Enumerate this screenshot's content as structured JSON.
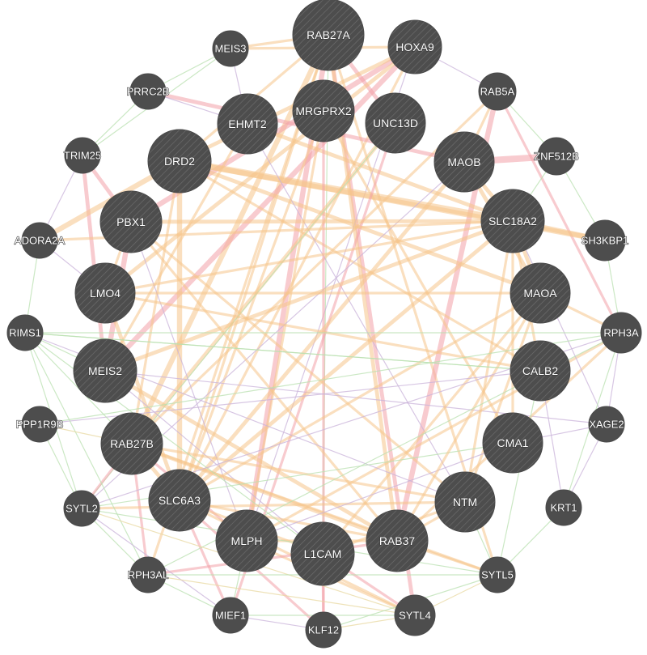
{
  "style": {
    "node_fill": "#4d4d4d",
    "background": "#ffffff",
    "edge_colors": {
      "physical_interactions": "#f2a0a8",
      "co_expression": "#c9b3d9",
      "predicted": "#f5c58a",
      "pathway": "#b9e0b0",
      "shared_domains": "#e8d8a0"
    }
  },
  "nodes": [
    {
      "id": "RAB27A",
      "label": "RAB27A",
      "type": "query"
    },
    {
      "id": "HOXA9",
      "label": "HOXA9",
      "type": "query"
    },
    {
      "id": "MEIS3",
      "label": "MEIS3",
      "type": "related"
    },
    {
      "id": "PRRC2B",
      "label": "PRRC2B",
      "type": "related"
    },
    {
      "id": "EHMT2",
      "label": "EHMT2",
      "type": "query"
    },
    {
      "id": "MRGPRX2",
      "label": "MRGPRX2",
      "type": "query"
    },
    {
      "id": "UNC13D",
      "label": "UNC13D",
      "type": "query"
    },
    {
      "id": "RAB5A",
      "label": "RAB5A",
      "type": "related"
    },
    {
      "id": "TRIM25",
      "label": "TRIM25",
      "type": "related"
    },
    {
      "id": "DRD2",
      "label": "DRD2",
      "type": "query"
    },
    {
      "id": "MAOB",
      "label": "MAOB",
      "type": "query"
    },
    {
      "id": "ZNF512B",
      "label": "ZNF512B",
      "type": "related"
    },
    {
      "id": "PBX1",
      "label": "PBX1",
      "type": "query"
    },
    {
      "id": "SLC18A2",
      "label": "SLC18A2",
      "type": "query"
    },
    {
      "id": "ADORA2A",
      "label": "ADORA2A",
      "type": "related"
    },
    {
      "id": "SH3KBP1",
      "label": "SH3KBP1",
      "type": "related"
    },
    {
      "id": "LMO4",
      "label": "LMO4",
      "type": "query"
    },
    {
      "id": "MAOA",
      "label": "MAOA",
      "type": "query"
    },
    {
      "id": "RIMS1",
      "label": "RIMS1",
      "type": "related"
    },
    {
      "id": "RPH3A",
      "label": "RPH3A",
      "type": "related"
    },
    {
      "id": "MEIS2",
      "label": "MEIS2",
      "type": "query"
    },
    {
      "id": "CALB2",
      "label": "CALB2",
      "type": "query"
    },
    {
      "id": "PPP1R9B",
      "label": "PPP1R9B",
      "type": "related"
    },
    {
      "id": "XAGE2",
      "label": "XAGE2",
      "type": "related"
    },
    {
      "id": "RAB27B",
      "label": "RAB27B",
      "type": "query"
    },
    {
      "id": "CMA1",
      "label": "CMA1",
      "type": "query"
    },
    {
      "id": "SYTL2",
      "label": "SYTL2",
      "type": "related"
    },
    {
      "id": "SLC6A3",
      "label": "SLC6A3",
      "type": "query"
    },
    {
      "id": "NTM",
      "label": "NTM",
      "type": "query"
    },
    {
      "id": "KRT1",
      "label": "KRT1",
      "type": "related"
    },
    {
      "id": "MLPH",
      "label": "MLPH",
      "type": "query"
    },
    {
      "id": "RAB37",
      "label": "RAB37",
      "type": "query"
    },
    {
      "id": "L1CAM",
      "label": "L1CAM",
      "type": "query"
    },
    {
      "id": "RPH3AL",
      "label": "RPH3AL",
      "type": "related"
    },
    {
      "id": "SYTL5",
      "label": "SYTL5",
      "type": "related"
    },
    {
      "id": "MIEF1",
      "label": "MIEF1",
      "type": "related"
    },
    {
      "id": "SYTL4",
      "label": "SYTL4",
      "type": "related"
    },
    {
      "id": "KLF12",
      "label": "KLF12",
      "type": "related"
    }
  ],
  "edges": [
    {
      "source": "MAOB",
      "target": "ZNF512B",
      "kind": "physical_interactions",
      "weight": 5
    },
    {
      "source": "RAB27A",
      "target": "MLPH",
      "kind": "physical_interactions",
      "weight": 4
    },
    {
      "source": "RAB27A",
      "target": "SYTL4",
      "kind": "physical_interactions",
      "weight": 3
    },
    {
      "source": "RAB27A",
      "target": "RAB27B",
      "kind": "predicted",
      "weight": 4
    },
    {
      "source": "RAB27A",
      "target": "UNC13D",
      "kind": "physical_interactions",
      "weight": 3
    },
    {
      "source": "RAB27A",
      "target": "SYTL5",
      "kind": "predicted",
      "weight": 2
    },
    {
      "source": "RAB27A",
      "target": "RPH3AL",
      "kind": "predicted",
      "weight": 2
    },
    {
      "source": "RAB27A",
      "target": "RAB37",
      "kind": "predicted",
      "weight": 3
    },
    {
      "source": "RAB27A",
      "target": "MEIS3",
      "kind": "predicted",
      "weight": 2
    },
    {
      "source": "RAB27A",
      "target": "L1CAM",
      "kind": "pathway",
      "weight": 1
    },
    {
      "source": "RAB27A",
      "target": "SLC6A3",
      "kind": "predicted",
      "weight": 2
    },
    {
      "source": "RAB27A",
      "target": "DRD2",
      "kind": "predicted",
      "weight": 2
    },
    {
      "source": "HOXA9",
      "target": "PBX1",
      "kind": "physical_interactions",
      "weight": 4
    },
    {
      "source": "HOXA9",
      "target": "MEIS2",
      "kind": "physical_interactions",
      "weight": 4
    },
    {
      "source": "HOXA9",
      "target": "LMO4",
      "kind": "predicted",
      "weight": 3
    },
    {
      "source": "HOXA9",
      "target": "DRD2",
      "kind": "predicted",
      "weight": 3
    },
    {
      "source": "HOXA9",
      "target": "MEIS3",
      "kind": "predicted",
      "weight": 2
    },
    {
      "source": "HOXA9",
      "target": "SLC6A3",
      "kind": "predicted",
      "weight": 2
    },
    {
      "source": "HOXA9",
      "target": "MLPH",
      "kind": "co_expression",
      "weight": 1
    },
    {
      "source": "RAB5A",
      "target": "RAB37",
      "kind": "physical_interactions",
      "weight": 4
    },
    {
      "source": "RAB5A",
      "target": "RAB27B",
      "kind": "predicted",
      "weight": 2
    },
    {
      "source": "RAB5A",
      "target": "RPH3A",
      "kind": "physical_interactions",
      "weight": 2
    },
    {
      "source": "RAB5A",
      "target": "MAOB",
      "kind": "predicted",
      "weight": 2
    },
    {
      "source": "PRRC2B",
      "target": "MAOB",
      "kind": "physical_interactions",
      "weight": 3
    },
    {
      "source": "PRRC2B",
      "target": "EHMT2",
      "kind": "co_expression",
      "weight": 1
    },
    {
      "source": "TRIM25",
      "target": "PBX1",
      "kind": "physical_interactions",
      "weight": 3
    },
    {
      "source": "TRIM25",
      "target": "MEIS2",
      "kind": "physical_interactions",
      "weight": 3
    },
    {
      "source": "DRD2",
      "target": "SLC18A2",
      "kind": "predicted",
      "weight": 5
    },
    {
      "source": "DRD2",
      "target": "SH3KBP1",
      "kind": "predicted",
      "weight": 4
    },
    {
      "source": "DRD2",
      "target": "SLC6A3",
      "kind": "predicted",
      "weight": 4
    },
    {
      "source": "DRD2",
      "target": "ADORA2A",
      "kind": "predicted",
      "weight": 4
    },
    {
      "source": "DRD2",
      "target": "MAOA",
      "kind": "predicted",
      "weight": 3
    },
    {
      "source": "DRD2",
      "target": "CALB2",
      "kind": "predicted",
      "weight": 2
    },
    {
      "source": "DRD2",
      "target": "RAB27B",
      "kind": "predicted",
      "weight": 2
    },
    {
      "source": "EHMT2",
      "target": "SLC18A2",
      "kind": "predicted",
      "weight": 3
    },
    {
      "source": "EHMT2",
      "target": "MEIS2",
      "kind": "predicted",
      "weight": 2
    },
    {
      "source": "EHMT2",
      "target": "NTM",
      "kind": "co_expression",
      "weight": 1
    },
    {
      "source": "MRGPRX2",
      "target": "MLPH",
      "kind": "predicted",
      "weight": 2
    },
    {
      "source": "MRGPRX2",
      "target": "CMA1",
      "kind": "predicted",
      "weight": 2
    },
    {
      "source": "MRGPRX2",
      "target": "SLC6A3",
      "kind": "predicted",
      "weight": 2
    },
    {
      "source": "MRGPRX2",
      "target": "KLF12",
      "kind": "physical_interactions",
      "weight": 2
    },
    {
      "source": "UNC13D",
      "target": "RAB27B",
      "kind": "predicted",
      "weight": 3
    },
    {
      "source": "UNC13D",
      "target": "MIEF1",
      "kind": "physical_interactions",
      "weight": 2
    },
    {
      "source": "UNC13D",
      "target": "SYTL2",
      "kind": "pathway",
      "weight": 1
    },
    {
      "source": "MAOB",
      "target": "MAOA",
      "kind": "predicted",
      "weight": 3
    },
    {
      "source": "MAOB",
      "target": "SLC6A3",
      "kind": "predicted",
      "weight": 3
    },
    {
      "source": "MAOB",
      "target": "SLC18A2",
      "kind": "predicted",
      "weight": 3
    },
    {
      "source": "MAOB",
      "target": "SYTL2",
      "kind": "co_expression",
      "weight": 1
    },
    {
      "source": "PBX1",
      "target": "MEIS2",
      "kind": "physical_interactions",
      "weight": 4
    },
    {
      "source": "PBX1",
      "target": "SLC18A2",
      "kind": "predicted",
      "weight": 3
    },
    {
      "source": "PBX1",
      "target": "NTM",
      "kind": "predicted",
      "weight": 2
    },
    {
      "source": "PBX1",
      "target": "LMO4",
      "kind": "predicted",
      "weight": 2
    },
    {
      "source": "PBX1",
      "target": "RAB37",
      "kind": "predicted",
      "weight": 2
    },
    {
      "source": "PBX1",
      "target": "MLPH",
      "kind": "co_expression",
      "weight": 1
    },
    {
      "source": "LMO4",
      "target": "SLC6A3",
      "kind": "predicted",
      "weight": 3
    },
    {
      "source": "LMO4",
      "target": "MAOA",
      "kind": "predicted",
      "weight": 2
    },
    {
      "source": "LMO4",
      "target": "CALB2",
      "kind": "predicted",
      "weight": 2
    },
    {
      "source": "LMO4",
      "target": "SLC18A2",
      "kind": "predicted",
      "weight": 2
    },
    {
      "source": "MEIS2",
      "target": "SLC18A2",
      "kind": "predicted",
      "weight": 3
    },
    {
      "source": "MEIS2",
      "target": "RAB37",
      "kind": "predicted",
      "weight": 3
    },
    {
      "source": "MEIS2",
      "target": "XAGE2",
      "kind": "co_expression",
      "weight": 1
    },
    {
      "source": "MEIS2",
      "target": "L1CAM",
      "kind": "co_expression",
      "weight": 1
    },
    {
      "source": "RAB27B",
      "target": "SLC6A3",
      "kind": "predicted",
      "weight": 3
    },
    {
      "source": "RAB27B",
      "target": "RAB37",
      "kind": "predicted",
      "weight": 3
    },
    {
      "source": "RAB27B",
      "target": "SYTL5",
      "kind": "predicted",
      "weight": 2
    },
    {
      "source": "RAB27B",
      "target": "MLPH",
      "kind": "physical_interactions",
      "weight": 2
    },
    {
      "source": "RAB27B",
      "target": "SYTL2",
      "kind": "physical_interactions",
      "weight": 2
    },
    {
      "source": "RAB27B",
      "target": "RPH3AL",
      "kind": "physical_interactions",
      "weight": 2
    },
    {
      "source": "RAB27B",
      "target": "NTM",
      "kind": "predicted",
      "weight": 2
    },
    {
      "source": "SLC6A3",
      "target": "SLC18A2",
      "kind": "predicted",
      "weight": 3
    },
    {
      "source": "SLC6A3",
      "target": "MIEF1",
      "kind": "physical_interactions",
      "weight": 2
    },
    {
      "source": "SLC6A3",
      "target": "KLF12",
      "kind": "physical_interactions",
      "weight": 2
    },
    {
      "source": "SLC6A3",
      "target": "RAB37",
      "kind": "predicted",
      "weight": 2
    },
    {
      "source": "SLC6A3",
      "target": "SYTL4",
      "kind": "predicted",
      "weight": 2
    },
    {
      "source": "SLC6A3",
      "target": "MAOA",
      "kind": "predicted",
      "weight": 2
    },
    {
      "source": "MLPH",
      "target": "RAB37",
      "kind": "predicted",
      "weight": 2
    },
    {
      "source": "MLPH",
      "target": "SYTL4",
      "kind": "predicted",
      "weight": 2
    },
    {
      "source": "MLPH",
      "target": "RPH3A",
      "kind": "predicted",
      "weight": 2
    },
    {
      "source": "MLPH",
      "target": "MIEF1",
      "kind": "pathway",
      "weight": 1
    },
    {
      "source": "L1CAM",
      "target": "SYTL4",
      "kind": "physical_interactions",
      "weight": 2
    },
    {
      "source": "L1CAM",
      "target": "KLF12",
      "kind": "physical_interactions",
      "weight": 2
    },
    {
      "source": "L1CAM",
      "target": "SLC6A3",
      "kind": "predicted",
      "weight": 2
    },
    {
      "source": "L1CAM",
      "target": "NTM",
      "kind": "predicted",
      "weight": 2
    },
    {
      "source": "L1CAM",
      "target": "MAOA",
      "kind": "predicted",
      "weight": 2
    },
    {
      "source": "L1CAM",
      "target": "RIMS1",
      "kind": "pathway",
      "weight": 1
    },
    {
      "source": "RAB37",
      "target": "SYTL5",
      "kind": "predicted",
      "weight": 2
    },
    {
      "source": "RAB37",
      "target": "NTM",
      "kind": "predicted",
      "weight": 2
    },
    {
      "source": "RAB37",
      "target": "RPH3AL",
      "kind": "physical_interactions",
      "weight": 2
    },
    {
      "source": "RAB37",
      "target": "RPH3A",
      "kind": "predicted",
      "weight": 2
    },
    {
      "source": "NTM",
      "target": "MAOA",
      "kind": "predicted",
      "weight": 2
    },
    {
      "source": "NTM",
      "target": "SLC18A2",
      "kind": "predicted",
      "weight": 2
    },
    {
      "source": "NTM",
      "target": "SYTL2",
      "kind": "predicted",
      "weight": 2
    },
    {
      "source": "NTM",
      "target": "RIMS1",
      "kind": "co_expression",
      "weight": 1
    },
    {
      "source": "CMA1",
      "target": "SLC18A2",
      "kind": "predicted",
      "weight": 2
    },
    {
      "source": "CMA1",
      "target": "MLPH",
      "kind": "co_expression",
      "weight": 1
    },
    {
      "source": "CMA1",
      "target": "SYTL2",
      "kind": "pathway",
      "weight": 1
    },
    {
      "source": "CALB2",
      "target": "SLC18A2",
      "kind": "predicted",
      "weight": 2
    },
    {
      "source": "CALB2",
      "target": "RIMS1",
      "kind": "pathway",
      "weight": 1
    },
    {
      "source": "CALB2",
      "target": "PPP1R9B",
      "kind": "co_expression",
      "weight": 1
    },
    {
      "source": "CALB2",
      "target": "SYTL5",
      "kind": "pathway",
      "weight": 1
    },
    {
      "source": "CALB2",
      "target": "KRT1",
      "kind": "co_expression",
      "weight": 1
    },
    {
      "source": "MAOA",
      "target": "SLC18A2",
      "kind": "predicted",
      "weight": 3
    },
    {
      "source": "MAOA",
      "target": "RPH3A",
      "kind": "predicted",
      "weight": 2
    },
    {
      "source": "MAOA",
      "target": "RAB37",
      "kind": "predicted",
      "weight": 2
    },
    {
      "source": "SLC18A2",
      "target": "SH3KBP1",
      "kind": "predicted",
      "weight": 4
    },
    {
      "source": "SLC18A2",
      "target": "ADORA2A",
      "kind": "predicted",
      "weight": 2
    },
    {
      "source": "SLC18A2",
      "target": "XAGE2",
      "kind": "co_expression",
      "weight": 1
    },
    {
      "source": "RIMS1",
      "target": "RPH3A",
      "kind": "pathway",
      "weight": 1
    },
    {
      "source": "RIMS1",
      "target": "SYTL2",
      "kind": "pathway",
      "weight": 1
    },
    {
      "source": "RIMS1",
      "target": "RPH3AL",
      "kind": "pathway",
      "weight": 1
    },
    {
      "source": "RIMS1",
      "target": "MEIS2",
      "kind": "pathway",
      "weight": 1
    },
    {
      "source": "RIMS1",
      "target": "CALB2",
      "kind": "pathway",
      "weight": 1
    },
    {
      "source": "RIMS1",
      "target": "RAB27B",
      "kind": "pathway",
      "weight": 1
    },
    {
      "source": "RPH3A",
      "target": "RPH3AL",
      "kind": "pathway",
      "weight": 1
    },
    {
      "source": "RPH3A",
      "target": "PPP1R9B",
      "kind": "pathway",
      "weight": 1
    },
    {
      "source": "RPH3A",
      "target": "SYTL2",
      "kind": "co_expression",
      "weight": 1
    },
    {
      "source": "RPH3A",
      "target": "KRT1",
      "kind": "pathway",
      "weight": 1
    },
    {
      "source": "PPP1R9B",
      "target": "SYTL2",
      "kind": "pathway",
      "weight": 1
    },
    {
      "source": "PPP1R9B",
      "target": "RAB27B",
      "kind": "shared_domains",
      "weight": 1
    },
    {
      "source": "SYTL2",
      "target": "RPH3AL",
      "kind": "pathway",
      "weight": 1
    },
    {
      "source": "SYTL2",
      "target": "SYTL5",
      "kind": "pathway",
      "weight": 1
    },
    {
      "source": "SYTL2",
      "target": "SYTL4",
      "kind": "shared_domains",
      "weight": 1
    },
    {
      "source": "SYTL2",
      "target": "MIEF1",
      "kind": "co_expression",
      "weight": 1
    },
    {
      "source": "RPH3AL",
      "target": "MIEF1",
      "kind": "pathway",
      "weight": 1
    },
    {
      "source": "RPH3AL",
      "target": "SYTL4",
      "kind": "shared_domains",
      "weight": 1
    },
    {
      "source": "RPH3AL",
      "target": "SYTL5",
      "kind": "pathway",
      "weight": 1
    },
    {
      "source": "MIEF1",
      "target": "KLF12",
      "kind": "co_expression",
      "weight": 1
    },
    {
      "source": "MIEF1",
      "target": "SYTL4",
      "kind": "pathway",
      "weight": 1
    },
    {
      "source": "KLF12",
      "target": "SYTL4",
      "kind": "shared_domains",
      "weight": 1
    },
    {
      "source": "KLF12",
      "target": "SYTL5",
      "kind": "pathway",
      "weight": 1
    },
    {
      "source": "SYTL4",
      "target": "SYTL5",
      "kind": "shared_domains",
      "weight": 1
    },
    {
      "source": "SYTL5",
      "target": "KRT1",
      "kind": "pathway",
      "weight": 1
    },
    {
      "source": "SYTL5",
      "target": "NTM",
      "kind": "pathway",
      "weight": 1
    },
    {
      "source": "KRT1",
      "target": "XAGE2",
      "kind": "co_expression",
      "weight": 1
    },
    {
      "source": "XAGE2",
      "target": "RPH3A",
      "kind": "co_expression",
      "weight": 1
    },
    {
      "source": "XAGE2",
      "target": "CMA1",
      "kind": "co_expression",
      "weight": 1
    },
    {
      "source": "SH3KBP1",
      "target": "RPH3A",
      "kind": "pathway",
      "weight": 1
    },
    {
      "source": "SH3KBP1",
      "target": "ZNF512B",
      "kind": "pathway",
      "weight": 1
    },
    {
      "source": "ZNF512B",
      "target": "SLC18A2",
      "kind": "pathway",
      "weight": 1
    },
    {
      "source": "ADORA2A",
      "target": "RIMS1",
      "kind": "pathway",
      "weight": 1
    },
    {
      "source": "ADORA2A",
      "target": "LMO4",
      "kind": "co_expression",
      "weight": 1
    },
    {
      "source": "MEIS3",
      "target": "PRRC2B",
      "kind": "pathway",
      "weight": 1
    },
    {
      "source": "MEIS3",
      "target": "TRIM25",
      "kind": "pathway",
      "weight": 1
    },
    {
      "source": "MEIS3",
      "target": "EHMT2",
      "kind": "co_expression",
      "weight": 1
    },
    {
      "source": "PRRC2B",
      "target": "TRIM25",
      "kind": "pathway",
      "weight": 1
    },
    {
      "source": "TRIM25",
      "target": "ADORA2A",
      "kind": "co_expression",
      "weight": 1
    },
    {
      "source": "HOXA9",
      "target": "RAB5A",
      "kind": "co_expression",
      "weight": 1
    },
    {
      "source": "RAB5A",
      "target": "ZNF512B",
      "kind": "pathway",
      "weight": 1
    }
  ]
}
